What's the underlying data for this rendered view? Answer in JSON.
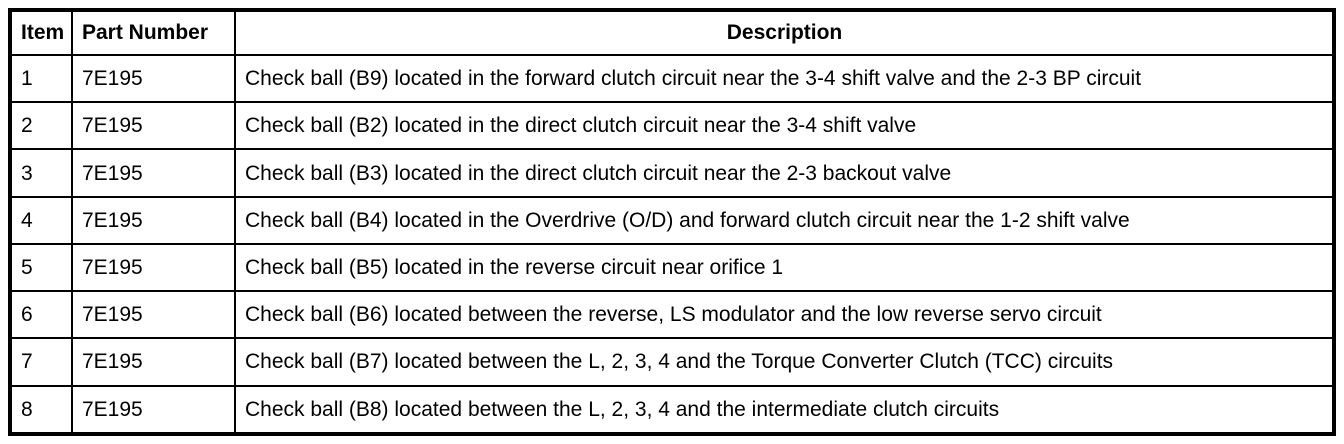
{
  "colors": {
    "border": "#000000",
    "background": "#ffffff",
    "text": "#000000"
  },
  "table": {
    "columns": [
      {
        "label": "Item"
      },
      {
        "label": "Part Number"
      },
      {
        "label": "Description"
      }
    ],
    "rows": [
      {
        "item": "1",
        "part_number": "7E195",
        "description": "Check ball (B9) located in the forward clutch circuit near the 3-4 shift valve and the 2-3 BP circuit"
      },
      {
        "item": "2",
        "part_number": "7E195",
        "description": "Check ball (B2) located in the direct clutch circuit near the 3-4 shift valve"
      },
      {
        "item": "3",
        "part_number": "7E195",
        "description": "Check ball (B3) located in the direct clutch circuit near the 2-3 backout valve"
      },
      {
        "item": "4",
        "part_number": "7E195",
        "description": "Check ball (B4) located in the Overdrive (O/D) and forward clutch circuit near the 1-2 shift valve"
      },
      {
        "item": "5",
        "part_number": "7E195",
        "description": "Check ball (B5) located in the reverse circuit near orifice 1"
      },
      {
        "item": "6",
        "part_number": "7E195",
        "description": "Check ball (B6) located between the reverse, LS modulator and the low reverse servo circuit"
      },
      {
        "item": "7",
        "part_number": "7E195",
        "description": "Check ball (B7) located between the L, 2, 3, 4 and the Torque Converter Clutch (TCC) circuits"
      },
      {
        "item": "8",
        "part_number": "7E195",
        "description": "Check ball (B8) located between the L, 2, 3, 4 and the intermediate clutch circuits"
      }
    ]
  }
}
